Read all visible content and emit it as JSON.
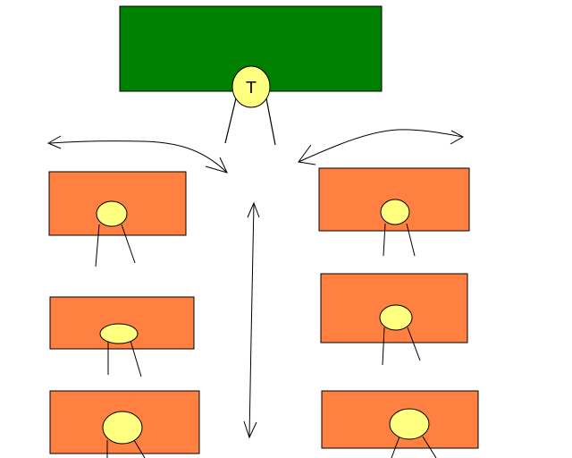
{
  "teacher": {
    "label": "T",
    "board_color": "#008000",
    "head_color": "#ffff80"
  },
  "desk_color": "#ff8040",
  "head_color": "#ffff80",
  "stroke_color": "#000000",
  "student_desks": [
    {
      "side": "left",
      "row": 1
    },
    {
      "side": "left",
      "row": 2
    },
    {
      "side": "left",
      "row": 3
    },
    {
      "side": "right",
      "row": 1
    },
    {
      "side": "right",
      "row": 2
    },
    {
      "side": "right",
      "row": 3
    }
  ]
}
